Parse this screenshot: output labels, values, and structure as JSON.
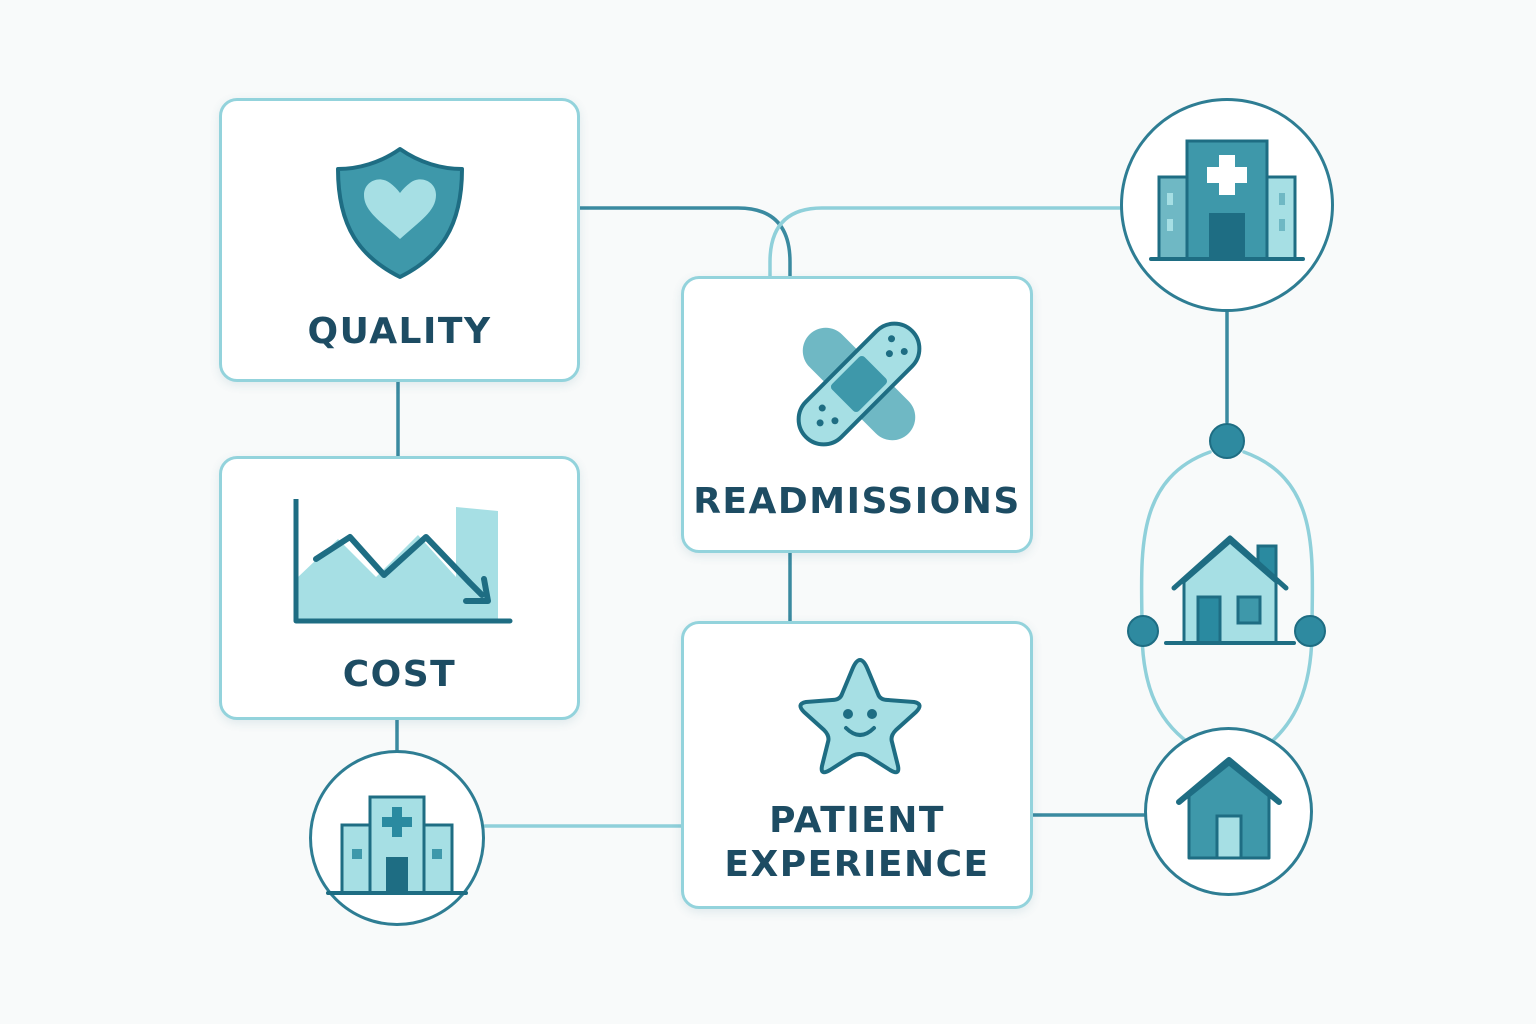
{
  "colors": {
    "background": "#f8fafa",
    "card_border": "#93d3dc",
    "connector_dark": "#3a8aa0",
    "connector_light": "#8fd0da",
    "icon_dark": "#1e6d83",
    "icon_mid": "#3e98aa",
    "icon_light": "#a6dfe4",
    "text": "#1d4c63"
  },
  "cards": {
    "quality": {
      "label": "QUALITY",
      "icon": "shield-heart-icon"
    },
    "cost": {
      "label": "COST",
      "icon": "declining-chart-icon"
    },
    "readmissions": {
      "label": "READMISSIONS",
      "icon": "bandage-icon"
    },
    "patient_experience": {
      "label_line1": "PATIENT",
      "label_line2": "EXPERIENCE",
      "icon": "smiling-star-icon"
    }
  },
  "nodes": {
    "hospital_top_right": {
      "icon": "hospital-icon"
    },
    "home_middle_right": {
      "icon": "house-icon"
    },
    "home_bottom_right": {
      "icon": "house-icon"
    },
    "clinic_bottom_left": {
      "icon": "clinic-icon"
    }
  }
}
